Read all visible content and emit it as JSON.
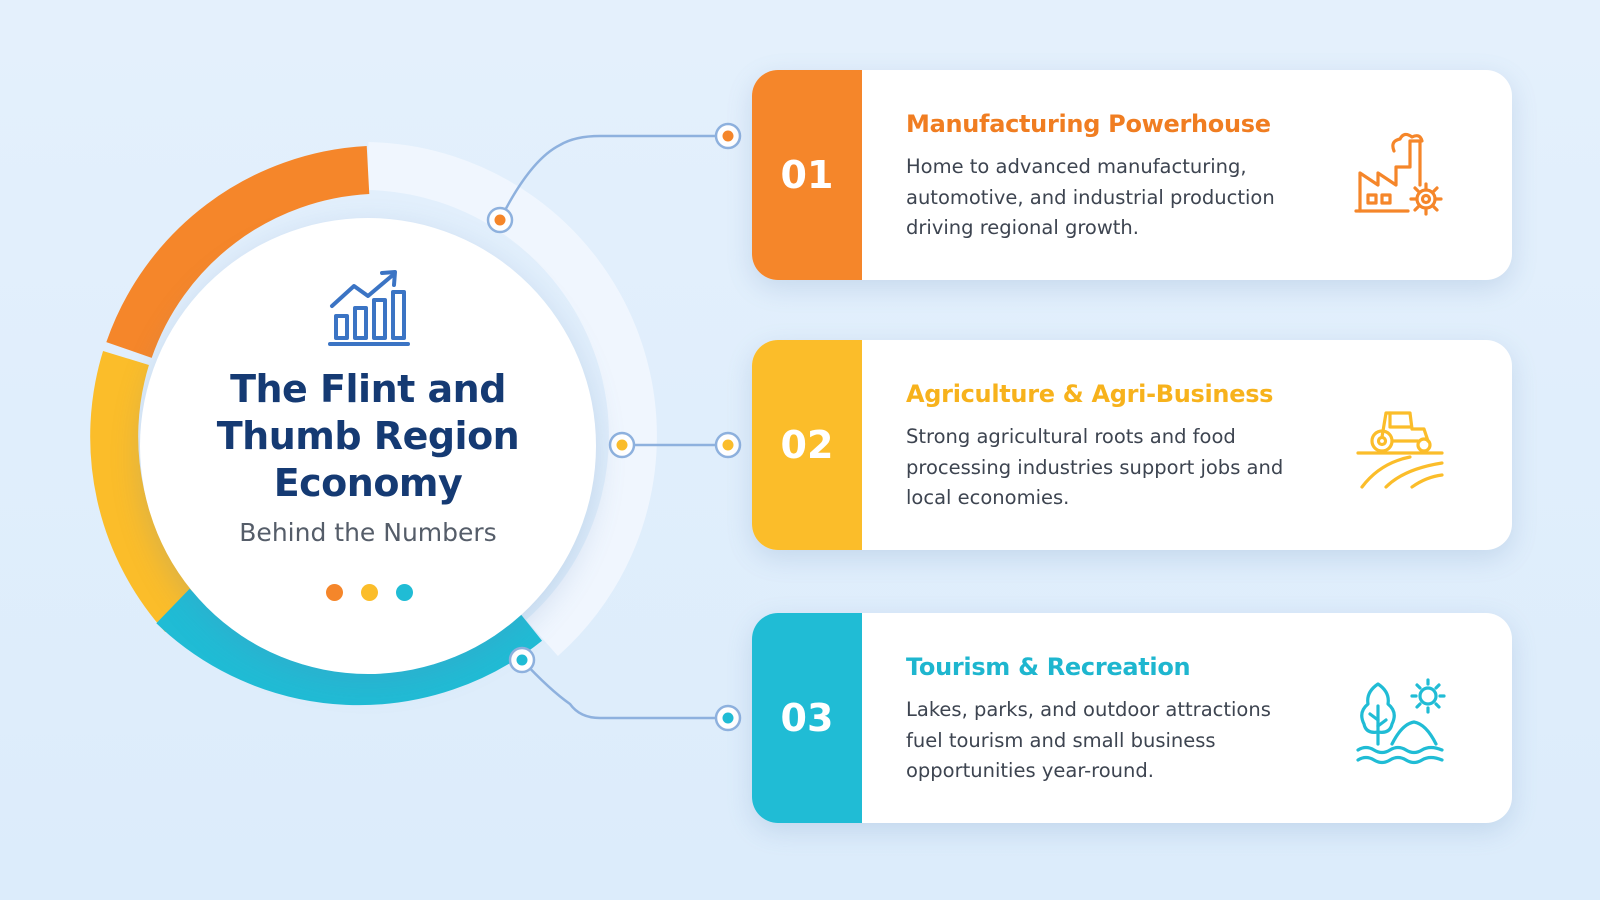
{
  "hub": {
    "icon": "growth-chart-icon",
    "title": "The Flint and Thumb Region Economy",
    "subtitle": "Behind the Numbers"
  },
  "colors": {
    "orange": "#f5862a",
    "yellow": "#fbbd2a",
    "teal": "#20bcd5",
    "navy": "#153a73",
    "icon_blue": "#3b74c4",
    "connector": "#8eb1de"
  },
  "cards": [
    {
      "number": "01",
      "title": "Manufacturing Powerhouse",
      "description": "Home to advanced manufacturing, automotive, and industrial production driving regional growth.",
      "icon": "factory-gear-icon",
      "color": "#f5862a",
      "title_color": "#f07d21"
    },
    {
      "number": "02",
      "title": "Agriculture & Agri-Business",
      "description": "Strong agricultural roots and food processing industries support jobs and local economies.",
      "icon": "tractor-field-icon",
      "color": "#fbbd2a",
      "title_color": "#f7b21c"
    },
    {
      "number": "03",
      "title": "Tourism & Recreation",
      "description": "Lakes, parks, and outdoor attractions fuel tourism and small business opportunities year-round.",
      "icon": "tree-sun-water-icon",
      "color": "#20bcd5",
      "title_color": "#1eb6cf"
    }
  ]
}
